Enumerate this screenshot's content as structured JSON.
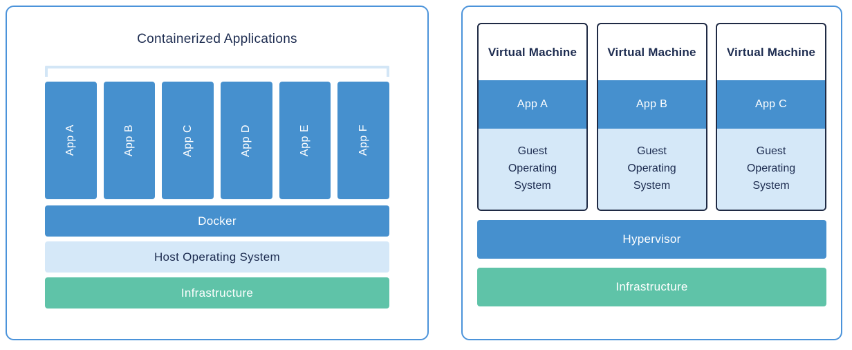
{
  "left_panel": {
    "title": "Containerized Applications",
    "apps": [
      "App A",
      "App B",
      "App C",
      "App D",
      "App E",
      "App F"
    ],
    "layers": [
      {
        "label": "Docker"
      },
      {
        "label": "Host Operating System"
      },
      {
        "label": "Infrastructure"
      }
    ]
  },
  "right_panel": {
    "vms": [
      {
        "title": "Virtual Machine",
        "app": "App A",
        "os": "Guest Operating System"
      },
      {
        "title": "Virtual Machine",
        "app": "App B",
        "os": "Guest Operating System"
      },
      {
        "title": "Virtual Machine",
        "app": "App C",
        "os": "Guest Operating System"
      }
    ],
    "layers": [
      {
        "label": "Hypervisor"
      },
      {
        "label": "Infrastructure"
      }
    ]
  },
  "colors": {
    "accent_blue": "#4690ce",
    "light_blue": "#d5e8f8",
    "green": "#5fc3a8",
    "navy_text": "#1d2c50",
    "panel_border": "#4b93da",
    "bracket": "#d3e6f6",
    "vm_card_border": "#1f2a44"
  }
}
